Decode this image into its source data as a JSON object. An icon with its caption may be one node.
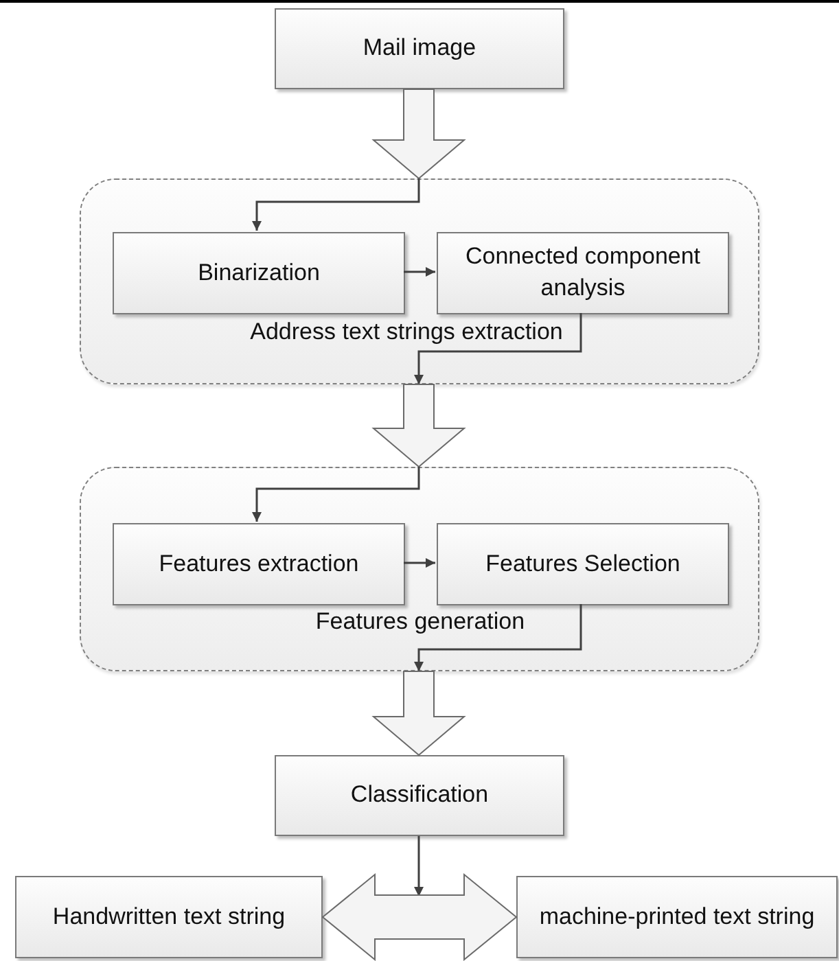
{
  "diagram": {
    "nodes": [
      {
        "text": [
          "Mail image"
        ]
      },
      {
        "text": [
          "Address text strings extraction"
        ]
      },
      {
        "text": [
          "Binarization"
        ],
        "in": 1
      },
      {
        "text": [
          "Connected component analysis"
        ],
        "in": 1
      },
      {
        "text": [
          "Features generation"
        ]
      },
      {
        "text": [
          "Features extraction"
        ],
        "in": 4
      },
      {
        "text": [
          "Features Selection"
        ],
        "in": 4
      },
      {
        "text": [
          "Classification"
        ]
      },
      {
        "text": [
          "Handwritten text string"
        ]
      },
      {
        "text": [
          "machine-printed text string"
        ]
      }
    ],
    "edges": [
      {
        "from": 0,
        "to": 1,
        "arrow": "to",
        "style": "thick"
      },
      {
        "from": 1,
        "to": 2,
        "arrow": "to"
      },
      {
        "from": 2,
        "to": 3,
        "arrow": "to"
      },
      {
        "from": 3,
        "to": 1,
        "arrow": "to"
      },
      {
        "from": 1,
        "to": 4,
        "arrow": "to",
        "style": "thick"
      },
      {
        "from": 4,
        "to": 5,
        "arrow": "to"
      },
      {
        "from": 5,
        "to": 6,
        "arrow": "to"
      },
      {
        "from": 6,
        "to": 4,
        "arrow": "to"
      },
      {
        "from": 4,
        "to": 7,
        "arrow": "to",
        "style": "thick"
      },
      {
        "from": 7,
        "to": null,
        "arrow": "to"
      },
      {
        "from": 8,
        "to": 9,
        "arrow": "both",
        "style": "thick"
      }
    ]
  }
}
